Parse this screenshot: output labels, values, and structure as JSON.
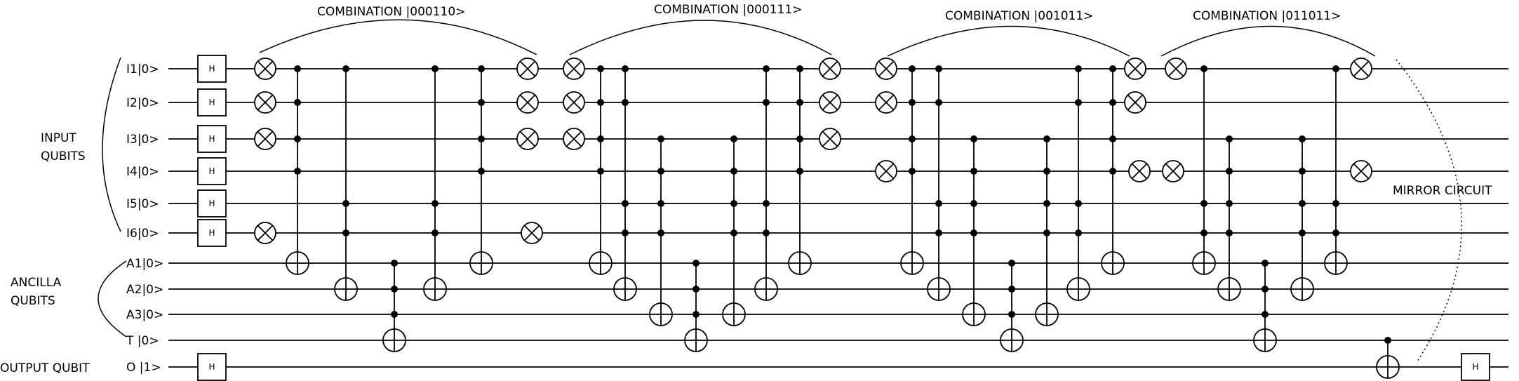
{
  "group_labels": {
    "input": [
      "INPUT",
      "QUBITS"
    ],
    "ancilla": [
      "ANCILLA",
      "QUBITS"
    ],
    "output": "OUTPUT QUBIT"
  },
  "qubits": [
    {
      "id": "I1",
      "label": "I1|0>"
    },
    {
      "id": "I2",
      "label": "I2|0>"
    },
    {
      "id": "I3",
      "label": "I3|0>"
    },
    {
      "id": "I4",
      "label": "I4|0>"
    },
    {
      "id": "I5",
      "label": "I5|0>"
    },
    {
      "id": "I6",
      "label": "I6|0>"
    },
    {
      "id": "A1",
      "label": "A1|0>"
    },
    {
      "id": "A2",
      "label": "A2|0>"
    },
    {
      "id": "A3",
      "label": "A3|0>"
    },
    {
      "id": "T",
      "label": "T |0>"
    },
    {
      "id": "O",
      "label": "O |1>"
    }
  ],
  "combinations": [
    "COMBINATION |000110>",
    "COMBINATION |000111>",
    "COMBINATION |001011>",
    "COMBINATION |011011>"
  ],
  "mirror_label": "MIRROR CIRCUIT",
  "h_gate_label": "H"
}
